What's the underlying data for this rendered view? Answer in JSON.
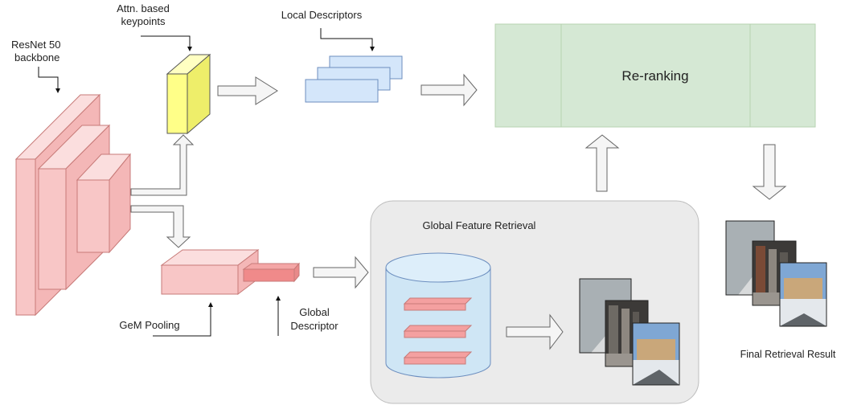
{
  "labels": {
    "resnet": [
      "ResNet 50",
      "backbone"
    ],
    "attn": [
      "Attn. based",
      "keypoints"
    ],
    "local_descriptors": "Local Descriptors",
    "reranking": "Re-ranking",
    "global_feature_retrieval": "Global Feature Retrieval",
    "gem_pooling": "GeM Pooling",
    "global_descriptor": [
      "Global",
      "Descriptor"
    ],
    "final_result": "Final Retrieval Result"
  },
  "colors": {
    "pink_fill": "#f8c6c6",
    "pink_stroke": "#b85450",
    "yellow_fill": "#ffff88",
    "blue_fill": "#d4e6fa",
    "blue_stroke": "#6c8ebf",
    "green_fill": "#d5e8d4",
    "green_stroke": "#82b366",
    "panel_fill": "#ebebeb",
    "arrow_fill": "#f5f5f5",
    "arrow_stroke": "#666666"
  }
}
